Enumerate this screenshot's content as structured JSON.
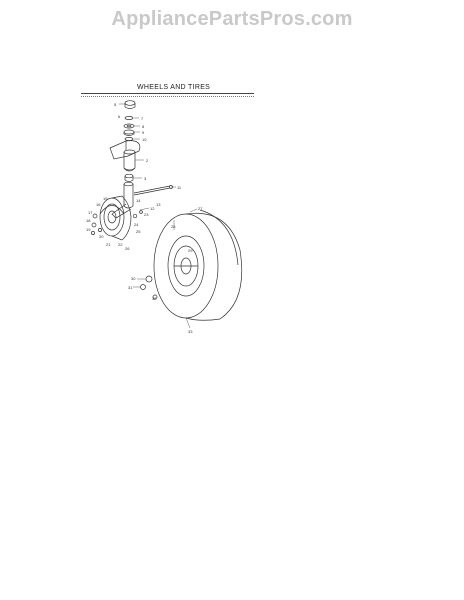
{
  "watermark": "AppliancePartsPros.com",
  "section_title": "WHEELS AND TIRES",
  "callouts": [
    {
      "id": "c-5",
      "label": "5"
    },
    {
      "id": "c-7",
      "label": "7"
    },
    {
      "id": "c-6",
      "label": "6"
    },
    {
      "id": "c-8",
      "label": "8"
    },
    {
      "id": "c-9",
      "label": "9"
    },
    {
      "id": "c-10",
      "label": "10"
    },
    {
      "id": "c-2",
      "label": "2"
    },
    {
      "id": "c-3",
      "label": "3"
    },
    {
      "id": "c-11",
      "label": "11"
    },
    {
      "id": "c-12",
      "label": "12"
    },
    {
      "id": "c-13",
      "label": "13"
    },
    {
      "id": "c-14",
      "label": "14"
    },
    {
      "id": "c-15",
      "label": "15"
    },
    {
      "id": "c-16",
      "label": "16"
    },
    {
      "id": "c-17",
      "label": "17"
    },
    {
      "id": "c-18",
      "label": "18"
    },
    {
      "id": "c-19",
      "label": "19"
    },
    {
      "id": "c-20",
      "label": "20"
    },
    {
      "id": "c-21",
      "label": "21"
    },
    {
      "id": "c-22",
      "label": "22"
    },
    {
      "id": "c-23",
      "label": "23"
    },
    {
      "id": "c-24",
      "label": "24"
    },
    {
      "id": "c-25",
      "label": "25"
    },
    {
      "id": "c-26",
      "label": "26"
    },
    {
      "id": "c-27",
      "label": "27"
    },
    {
      "id": "c-28",
      "label": "28"
    },
    {
      "id": "c-29",
      "label": "29"
    },
    {
      "id": "c-30",
      "label": "30"
    },
    {
      "id": "c-31",
      "label": "31"
    },
    {
      "id": "c-32",
      "label": "32"
    },
    {
      "id": "c-33",
      "label": "33"
    }
  ]
}
